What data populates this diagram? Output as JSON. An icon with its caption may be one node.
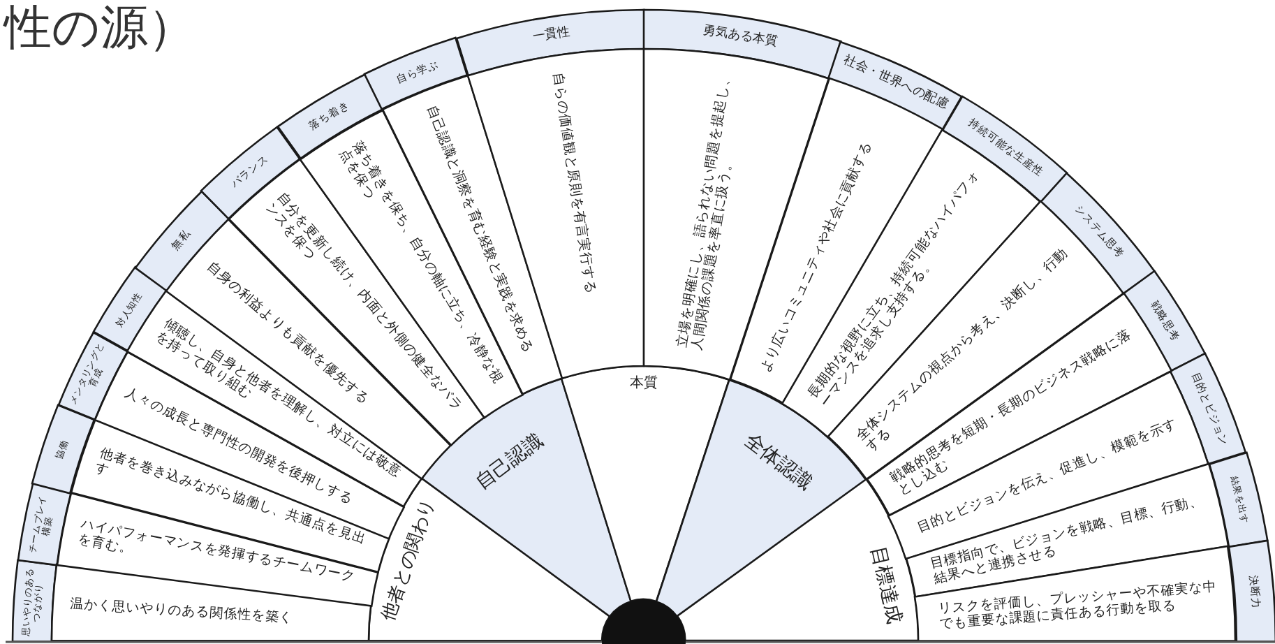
{
  "diagram": {
    "title": "性の源）",
    "nodes": [
      {
        "text": [
          "他者との関わり"
        ]
      },
      {
        "text": [
          "自己認識"
        ]
      },
      {
        "text": [
          "本質"
        ]
      },
      {
        "text": [
          "全体認識"
        ]
      },
      {
        "text": [
          "目標達成"
        ]
      },
      {
        "text": [
          "思いやりのあるつながり"
        ]
      },
      {
        "text": [
          "チームプレイ構築"
        ]
      },
      {
        "text": [
          "協働"
        ]
      },
      {
        "text": [
          "メンタリングと育成"
        ]
      },
      {
        "text": [
          "対人知性"
        ]
      },
      {
        "text": [
          "無私"
        ]
      },
      {
        "text": [
          "バランス"
        ]
      },
      {
        "text": [
          "落ち着き"
        ]
      },
      {
        "text": [
          "自ら学ぶ"
        ]
      },
      {
        "text": [
          "一貫性"
        ]
      },
      {
        "text": [
          "勇気ある本質"
        ]
      },
      {
        "text": [
          "社会・世界への配慮"
        ]
      },
      {
        "text": [
          "持続可能な生産性"
        ]
      },
      {
        "text": [
          "システム思考"
        ]
      },
      {
        "text": [
          "戦略思考"
        ]
      },
      {
        "text": [
          "目的とビジョン"
        ]
      },
      {
        "text": [
          "結果を出す"
        ]
      },
      {
        "text": [
          "決断力"
        ]
      },
      {
        "text": [
          "温かく思いやりのある関係性を築く"
        ]
      },
      {
        "text": [
          "ハイパフォーマンスを発揮するチームワークを育む。"
        ]
      },
      {
        "text": [
          "他者を巻き込みながら協働し、共通点を見出す"
        ]
      },
      {
        "text": [
          "人々の成長と専門性の開発を後押しする"
        ]
      },
      {
        "text": [
          "傾聴し、自身と他者を理解し、対立には敬意を持って取り組む"
        ]
      },
      {
        "text": [
          "自身の利益よりも貢献を優先する"
        ]
      },
      {
        "text": [
          "自分を更新し続け、内面と外側の健全なバランスを保つ"
        ]
      },
      {
        "text": [
          "落ち着きを保ち、自分の軸に立ち、冷静な視点を保つ"
        ]
      },
      {
        "text": [
          "自己認識と洞察を育む経験と実践を求める"
        ]
      },
      {
        "text": [
          "自らの価値観と原則を有言実行する"
        ]
      },
      {
        "text": [
          "立場を明確にし、語られない問題を提起し、人間関係の課題を率直に扱う。"
        ]
      },
      {
        "text": [
          "より広いコミュニティや社会に貢献する"
        ]
      },
      {
        "text": [
          "長期的な視野に立ち、持続可能なハイパフォーマンスを追求し支持する。"
        ]
      },
      {
        "text": [
          "全体システムの視点から考え、決断し、行動する"
        ]
      },
      {
        "text": [
          "戦略的思考を短期・長期のビジネス戦略に落とし込む"
        ]
      },
      {
        "text": [
          "目的とビジョンを伝え、促進し、模範を示す"
        ]
      },
      {
        "text": [
          "目標指向で、ビジョンを戦略、目標、行動、結果へと連携させる"
        ]
      },
      {
        "text": [
          "リスクを評価し、プレッシャーや不確実な中でも重要な課題に責任ある行動を取る"
        ]
      }
    ]
  }
}
